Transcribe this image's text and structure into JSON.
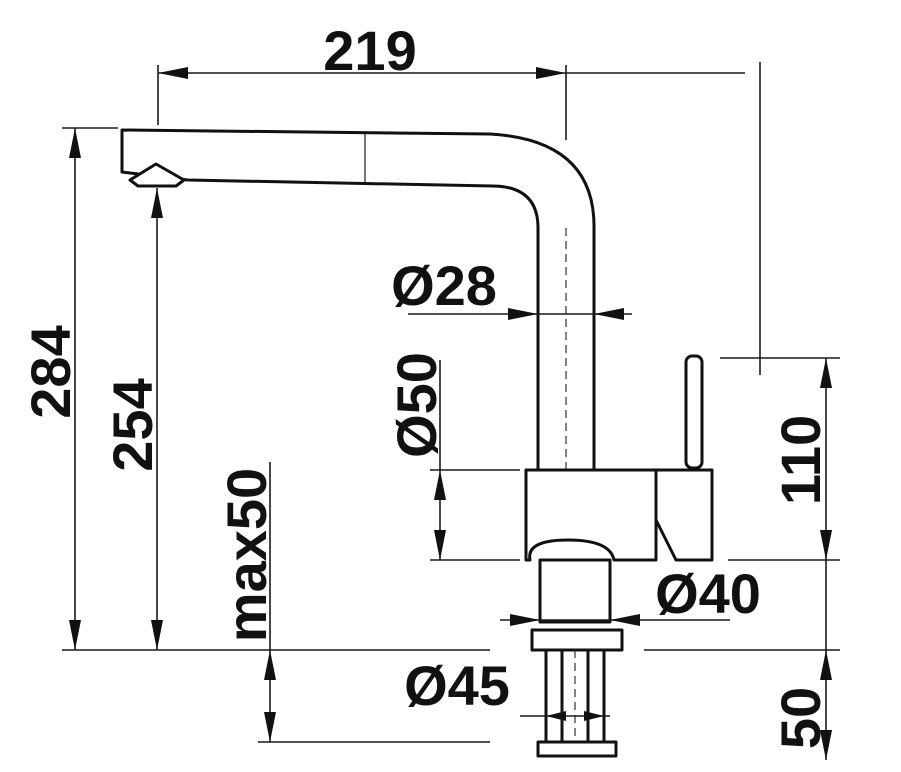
{
  "dimensions": {
    "spout_reach": "219",
    "total_height": "284",
    "outlet_height": "254",
    "max_counter_thickness": "max50",
    "spout_diameter": "Ø28",
    "body_diameter": "Ø50",
    "base_diameter": "Ø40",
    "mount_diameter": "Ø45",
    "body_height": "110",
    "shank_length": "50"
  },
  "colors": {
    "line": "#111111",
    "background": "#ffffff"
  }
}
